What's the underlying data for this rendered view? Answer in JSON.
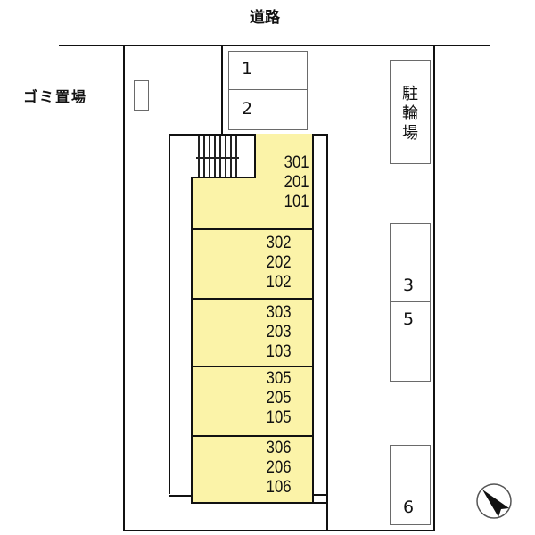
{
  "road": {
    "label": "道路"
  },
  "garbage": {
    "label": "ゴミ置場"
  },
  "bicycle_parking": {
    "label_chars": [
      "駐",
      "輪",
      "場"
    ],
    "label": "駐輪場"
  },
  "parking_spaces": [
    {
      "id": "p1",
      "label": "1"
    },
    {
      "id": "p2",
      "label": "2"
    },
    {
      "id": "p3",
      "label": "3"
    },
    {
      "id": "p5",
      "label": "5"
    },
    {
      "id": "p6",
      "label": "6"
    }
  ],
  "units": [
    {
      "rooms": [
        "301",
        "201",
        "101"
      ]
    },
    {
      "rooms": [
        "302",
        "202",
        "102"
      ]
    },
    {
      "rooms": [
        "303",
        "203",
        "103"
      ]
    },
    {
      "rooms": [
        "305",
        "205",
        "105"
      ]
    },
    {
      "rooms": [
        "306",
        "206",
        "106"
      ]
    }
  ],
  "compass": {
    "icon": "north-arrow-icon",
    "direction": "northwest"
  },
  "colors": {
    "unit_fill": "#fbf3a8",
    "line": "#111111",
    "thin_line": "#6a6a6a"
  }
}
